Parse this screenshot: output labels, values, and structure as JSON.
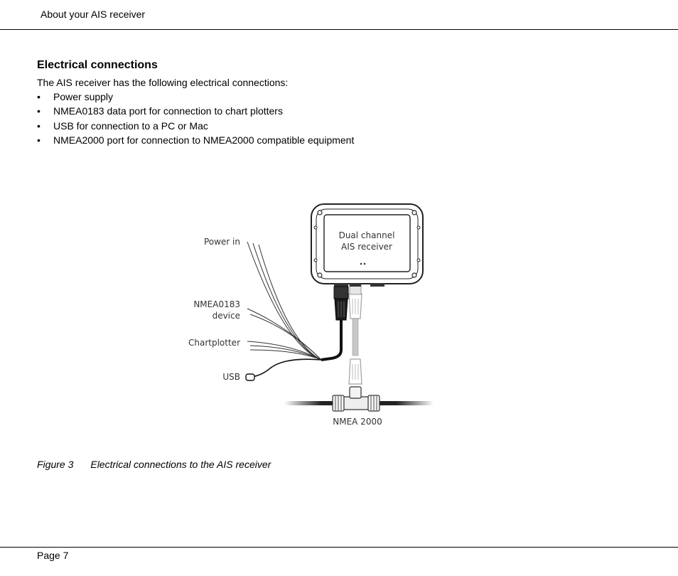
{
  "header": {
    "running_title": "About your AIS receiver"
  },
  "section": {
    "heading": "Electrical connections",
    "intro": "The AIS receiver has the following electrical connections:",
    "bullet_symbol": "•",
    "bullets": [
      "Power supply",
      "NMEA0183 data port for connection to chart plotters",
      "USB for connection to a PC or Mac",
      "NMEA2000 port for connection to NMEA2000 compatible equipment"
    ]
  },
  "diagram": {
    "device_label_line1": "Dual channel",
    "device_label_line2": "AIS receiver",
    "labels": {
      "power_in": "Power in",
      "nmea0183_line1": "NMEA0183",
      "nmea0183_line2": "device",
      "chartplotter": "Chartplotter",
      "usb": "USB",
      "nmea2000": "NMEA 2000"
    }
  },
  "figure": {
    "number": "Figure 3",
    "title": "Electrical connections to the AIS receiver"
  },
  "footer": {
    "page": "Page 7"
  }
}
